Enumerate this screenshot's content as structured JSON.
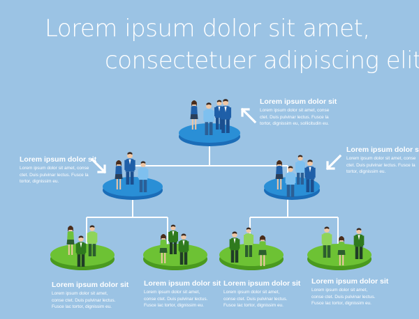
{
  "headline": {
    "line1": "Lorem ipsum dolor sit amet,",
    "line2": "consectetuer adipiscing elit."
  },
  "colors": {
    "background": "#9bc3e4",
    "blue_platform": "#2a8fd6",
    "green_platform": "#6dc234",
    "connector": "#ffffff",
    "text": "#ffffff"
  },
  "blurbs": {
    "top": {
      "title": "Lorem ipsum dolor sit",
      "body": "Lorem ipsum dolor sit amet, conse ctet. Duis pulvinar lectus. Fusce la tortor, dignissim eu, sollicitudin eu."
    },
    "left": {
      "title": "Lorem ipsum dolor sit",
      "body": "Lorem ipsum dolor sit amet, conse ctet. Duis pulvinar lectus. Fusce la tortor, dignissim eu."
    },
    "right": {
      "title": "Lorem ipsum dolor sit",
      "body": "Lorem ipsum dolor sit amet, conse ctet. Duis pulvinar lectus. Fusce la tortor, dignissim eu."
    },
    "bottom1": {
      "title": "Lorem ipsum dolor sit",
      "body": "Lorem ipsum dolor sit amet, conse ctet. Duis pulvinar lectus. Fusce lac tortor, dignissim eu."
    },
    "bottom2": {
      "title": "Lorem ipsum dolor sit",
      "body": "Lorem ipsum dolor sit amet, conse ctet. Duis pulvinar lectus. Fusce lac tortor, dignissim eu."
    },
    "bottom3": {
      "title": "Lorem ipsum dolor sit",
      "body": "Lorem ipsum dolor sit amet, conse ctet. Duis pulvinar lectus. Fusce lac tortor, dignissim eu."
    },
    "bottom4": {
      "title": "Lorem ipsum dolor sit",
      "body": "Lorem ipsum dolor sit amet, conse ctet. Duis pulvinar lectus. Fusce lac tortor, dignissim eu."
    }
  },
  "nodes": [
    {
      "id": "top",
      "level": 1,
      "color": "blue",
      "people": 4
    },
    {
      "id": "left",
      "level": 2,
      "color": "blue",
      "people": 3
    },
    {
      "id": "right",
      "level": 2,
      "color": "blue",
      "people": 4
    },
    {
      "id": "team-1",
      "level": 3,
      "color": "green",
      "people": 3
    },
    {
      "id": "team-2",
      "level": 3,
      "color": "green",
      "people": 3
    },
    {
      "id": "team-3",
      "level": 3,
      "color": "green",
      "people": 3
    },
    {
      "id": "team-4",
      "level": 3,
      "color": "green",
      "people": 3
    }
  ],
  "edges": [
    [
      "top",
      "left"
    ],
    [
      "top",
      "right"
    ],
    [
      "left",
      "team-1"
    ],
    [
      "left",
      "team-2"
    ],
    [
      "right",
      "team-3"
    ],
    [
      "right",
      "team-4"
    ]
  ],
  "icons": [
    "arrow-icon",
    "person-icon"
  ]
}
